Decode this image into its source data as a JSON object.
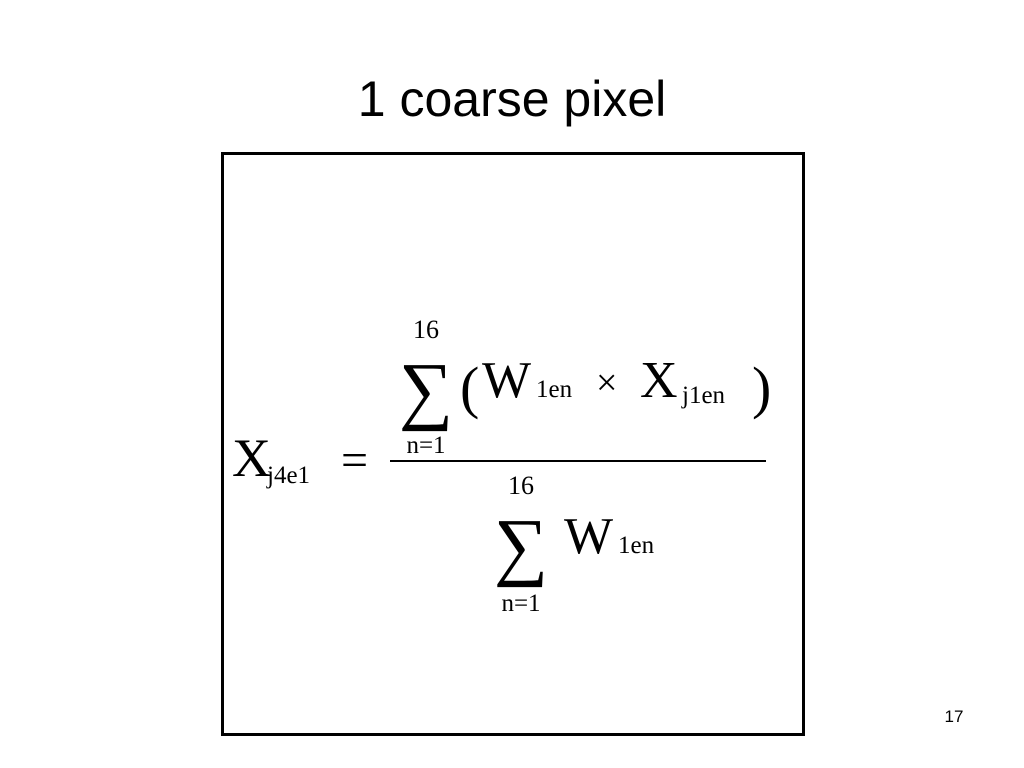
{
  "slide": {
    "title": "1 coarse pixel",
    "page_number": "17"
  },
  "formula": {
    "lhs_symbol": "X",
    "lhs_subscript": "j4e1",
    "equals": "=",
    "numerator": {
      "sum_upper": "16",
      "sum_lower": "n=1",
      "sum_symbol": "∑",
      "open_paren": "(",
      "term1_symbol": "W",
      "term1_subscript": "1en",
      "times": "×",
      "term2_symbol": "X",
      "term2_subscript": "j1en",
      "close_paren": ")"
    },
    "denominator": {
      "sum_upper": "16",
      "sum_lower": "n=1",
      "sum_symbol": "∑",
      "term_symbol": "W",
      "term_subscript": "1en"
    }
  }
}
